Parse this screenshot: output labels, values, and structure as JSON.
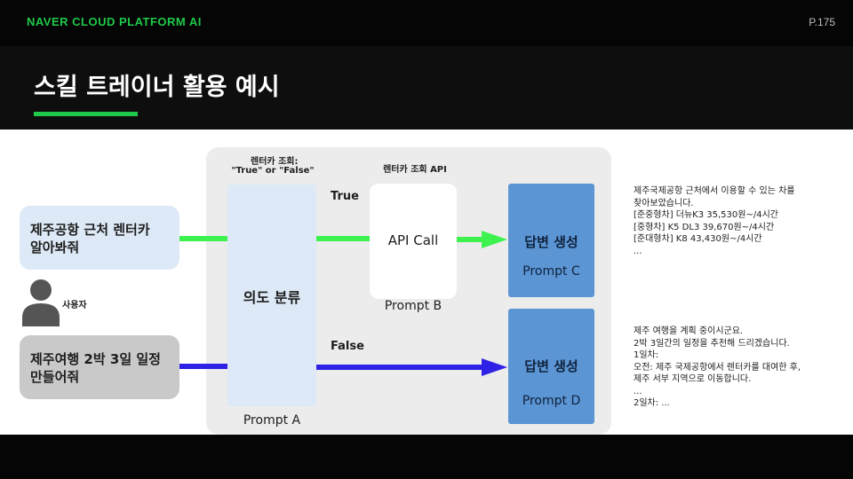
{
  "header": {
    "brand": "NAVER CLOUD PLATFORM  AI",
    "page_number": "P.175",
    "title": "스킬 트레이너 활용 예시"
  },
  "user": {
    "label": "사용자",
    "query_1_lines": [
      "제주공항 근처 렌터카",
      "알아봐줘"
    ],
    "query_2_lines": [
      "제주여행 2박 3일 일정",
      "만들어줘"
    ]
  },
  "flow": {
    "intent_header_line1": "렌터카 조회:",
    "intent_header_line2": "\"True\" or \"False\"",
    "api_header": "렌터카 조회 API",
    "intent_label": "의도 분류",
    "prompt_a": "Prompt A",
    "true_label": "True",
    "false_label": "False",
    "api_call": "API Call",
    "prompt_b": "Prompt B",
    "answer_c_title": "답변 생성",
    "prompt_c": "Prompt C",
    "answer_d_title": "답변 생성",
    "prompt_d": "Prompt D"
  },
  "responses": {
    "rental_lines": [
      "제주국제공항 근처에서 이용할 수 있는 차를",
      "찾아보았습니다.",
      "[준중형차] 더뉴K3 35,530원~/4시간",
      "[중형차] K5 DL3 39,670원~/4시간",
      "[준대형차] K8 43,430원~/4시간",
      "..."
    ],
    "trip_lines": [
      "제주 여행을 계획 중이시군요.",
      "2박 3일간의 일정을 추천해 드리겠습니다.",
      "1일차:",
      "오전: 제주 국제공항에서 렌터카를 대여한 후,",
      "제주 서부 지역으로 이동합니다.",
      "...",
      "2일차: ..."
    ]
  },
  "colors": {
    "brand_green": "#1fc94a",
    "true_arrow": "#3df24f",
    "false_arrow": "#2f22e6",
    "answer_box": "#5b95d4",
    "intent_box": "#dde9f6"
  }
}
